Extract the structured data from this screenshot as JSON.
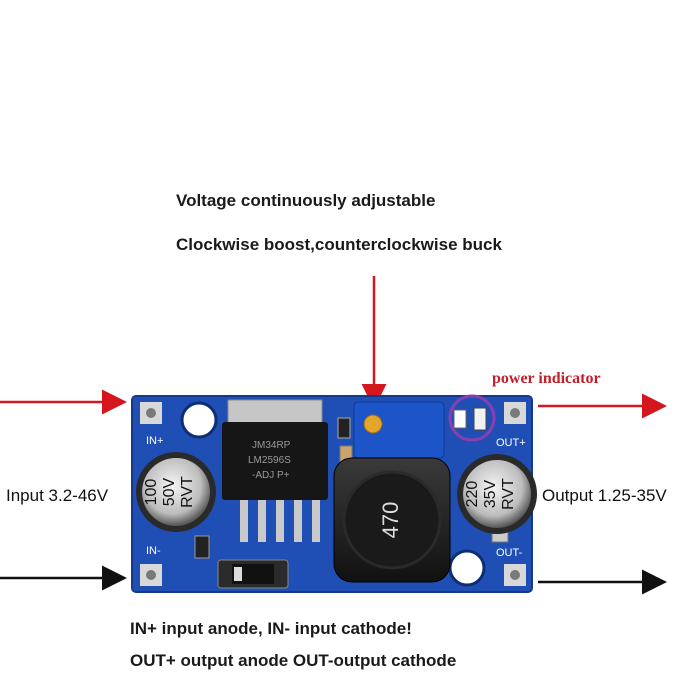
{
  "headline": {
    "line1": "Voltage continuously adjustable",
    "line2": "Clockwise boost,counterclockwise buck"
  },
  "labels": {
    "power_indicator": "power indicator",
    "input_range": "Input 3.2-46V",
    "output_range": "Output 1.25-35V"
  },
  "notes": {
    "line1": "IN+ input anode, IN- input cathode!",
    "line2": "OUT+ output anode OUT-output cathode"
  },
  "board": {
    "pin_in_plus": "IN+",
    "pin_in_minus": "IN-",
    "pin_out_plus": "OUT+",
    "pin_out_minus": "OUT-",
    "cap_in": [
      "100",
      "50V",
      "RVT"
    ],
    "cap_out": [
      "220",
      "35V",
      "RVT"
    ],
    "ic_lines": [
      "JM34RP",
      "LM2596S",
      "-ADJ P+"
    ],
    "inductor": "470",
    "pcb_color": "#1f4fb5",
    "arrow_red": "#d4161e",
    "arrow_black": "#111111"
  }
}
